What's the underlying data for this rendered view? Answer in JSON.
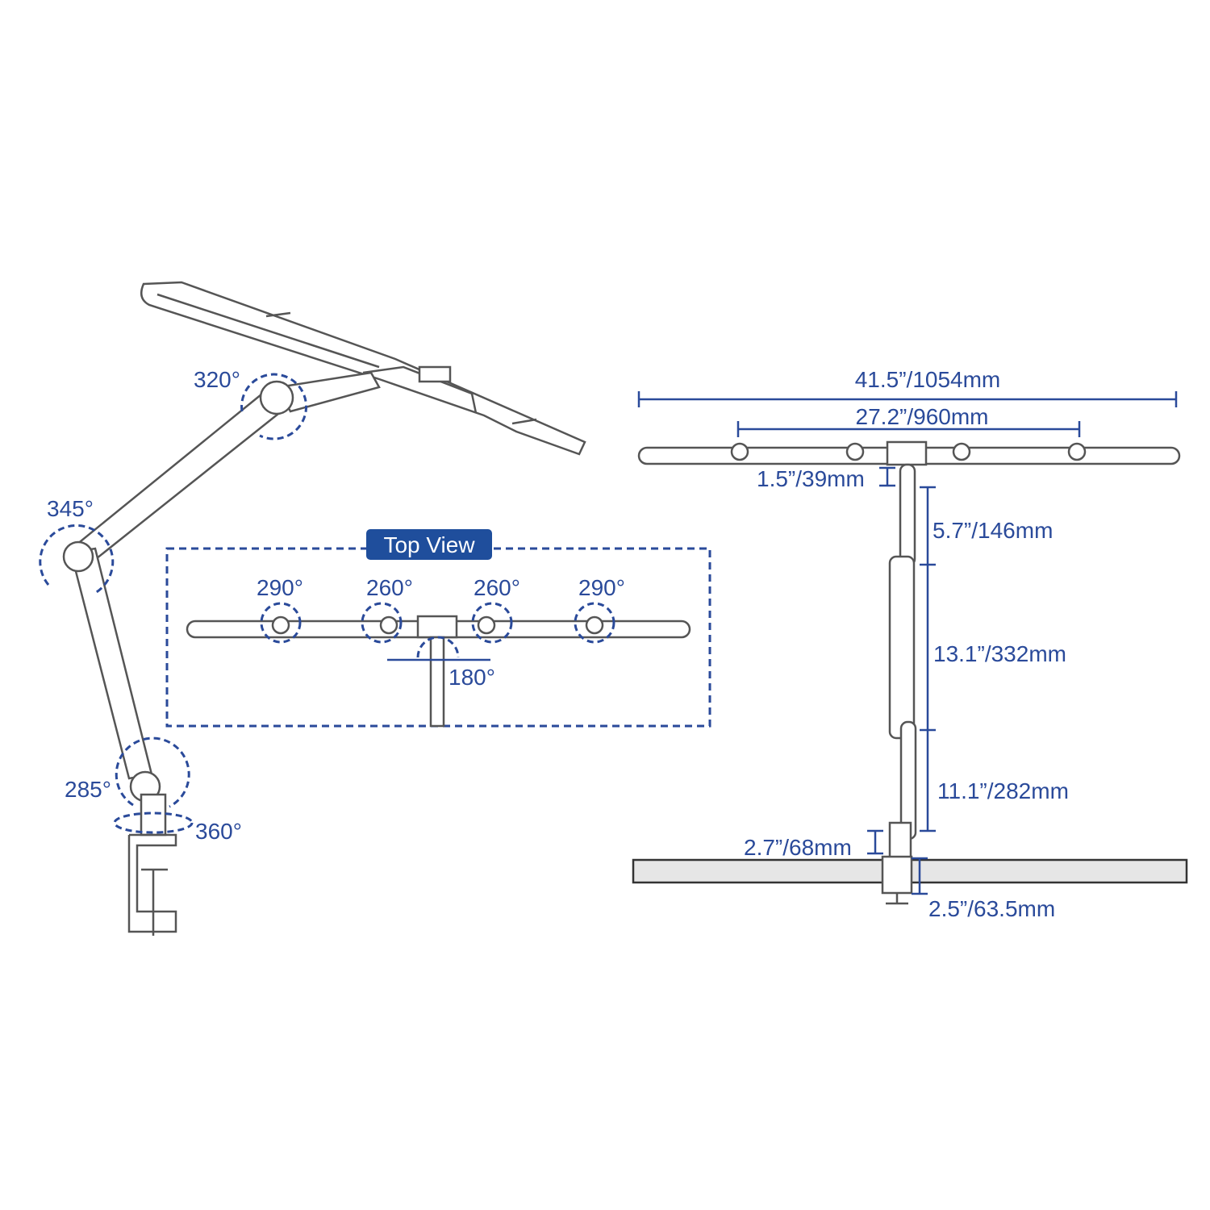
{
  "side_view": {
    "angles": [
      "320°",
      "345°",
      "285°",
      "360°"
    ]
  },
  "top_view": {
    "title": "Top View",
    "angles": [
      "290°",
      "260°",
      "260°",
      "290°",
      "180°"
    ]
  },
  "front_view": {
    "dimensions": [
      "41.5”/1054mm",
      "27.2”/960mm",
      "1.5”/39mm",
      "5.7”/146mm",
      "13.1”/332mm",
      "11.1”/282mm",
      "2.7”/68mm",
      "2.5”/63.5mm"
    ]
  },
  "colors": {
    "accent": "#1f4e9c",
    "line": "#555555"
  }
}
